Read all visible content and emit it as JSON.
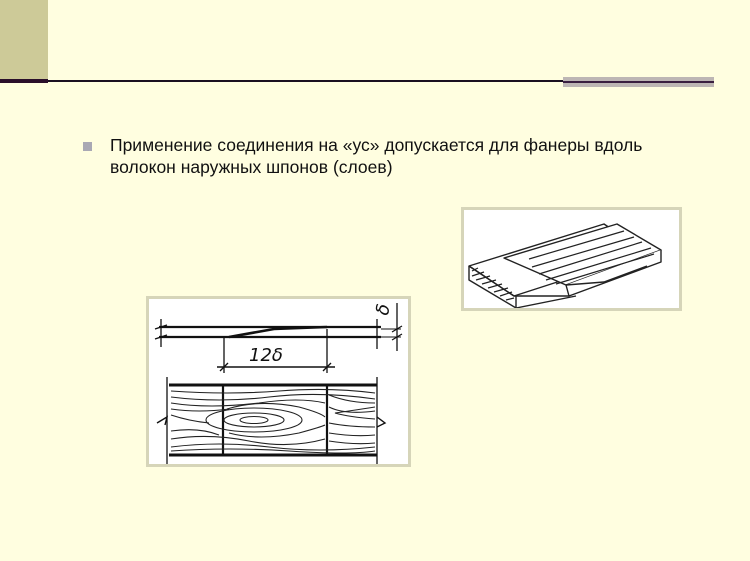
{
  "slide": {
    "background_color": "#fffee0",
    "accent_colors": {
      "left_block": "#cdca98",
      "title_rule": "#1a1020",
      "accent_bar": "#bdb6b4",
      "bullet": "#a9a8b4"
    },
    "title": ""
  },
  "content": {
    "bullets": [
      {
        "icon": "square-bullet-icon",
        "text": "Применение соединения на «ус» допускается для фанеры вдоль волокон наружных шпонов (слоев)"
      }
    ]
  },
  "figures": {
    "plywood_sketch": {
      "description": "isometric sketch of plywood board with scarf (\"ус\") joint",
      "icon": "plywood-board-illustration"
    },
    "scarf_drawing": {
      "description": "technical drawing of scarf joint with wood grain",
      "dimension_length": "12δ",
      "dimension_thickness": "δ"
    }
  }
}
